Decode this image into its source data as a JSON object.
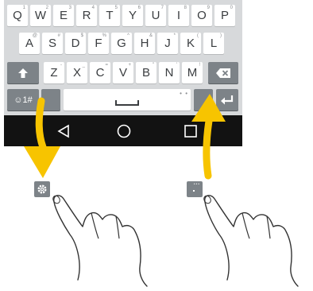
{
  "keyboard": {
    "row1": [
      {
        "label": "Q",
        "hint": "1"
      },
      {
        "label": "W",
        "hint": "2"
      },
      {
        "label": "E",
        "hint": "3"
      },
      {
        "label": "R",
        "hint": "4"
      },
      {
        "label": "T",
        "hint": "5"
      },
      {
        "label": "Y",
        "hint": "6"
      },
      {
        "label": "U",
        "hint": "7"
      },
      {
        "label": "I",
        "hint": "8"
      },
      {
        "label": "O",
        "hint": "9"
      },
      {
        "label": "P",
        "hint": "0"
      }
    ],
    "row2": [
      {
        "label": "A",
        "hint": "@"
      },
      {
        "label": "S",
        "hint": "#"
      },
      {
        "label": "D",
        "hint": "$"
      },
      {
        "label": "F",
        "hint": "%"
      },
      {
        "label": "G",
        "hint": "^"
      },
      {
        "label": "H",
        "hint": "&"
      },
      {
        "label": "J",
        "hint": "*"
      },
      {
        "label": "K",
        "hint": "("
      },
      {
        "label": "L",
        "hint": ")"
      }
    ],
    "row3": [
      {
        "label": "Z",
        "hint": "-"
      },
      {
        "label": "X",
        "hint": "_"
      },
      {
        "label": "C",
        "hint": "="
      },
      {
        "label": "V",
        "hint": "+"
      },
      {
        "label": "B",
        "hint": "\""
      },
      {
        "label": "N",
        "hint": "'"
      },
      {
        "label": "M",
        "hint": "!"
      }
    ],
    "symbols_label": "☺1#"
  },
  "colors": {
    "keyboard_bg": "#d7d9db",
    "key": "#ffffff",
    "function_key": "#7d8388",
    "navbar": "#121212",
    "arrow": "#f7c400"
  }
}
